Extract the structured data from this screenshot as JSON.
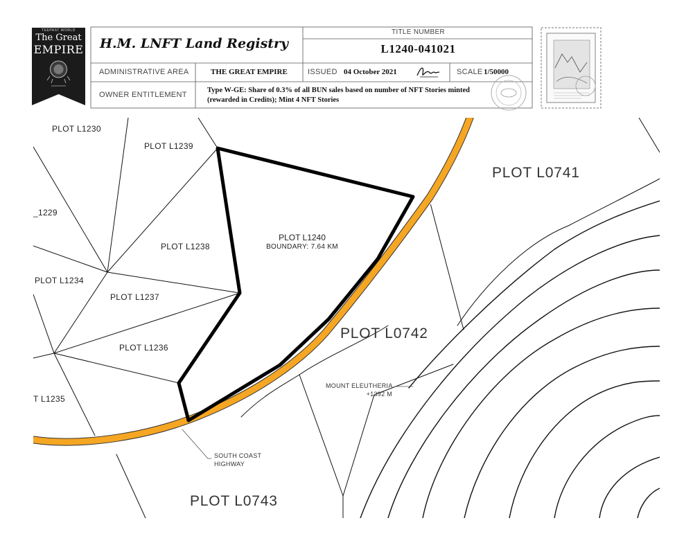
{
  "header": {
    "emblem": {
      "small_text": "TEEPAST WORLD",
      "line1": "The Great",
      "line2": "EMPIRE"
    },
    "registry_title": "H.M. LNFT Land Registry",
    "title_number_label": "TITLE NUMBER",
    "title_number": "L1240-041021",
    "administrative_area_label": "ADMINISTRATIVE AREA",
    "administrative_area": "THE GREAT EMPIRE",
    "issued_label": "ISSUED",
    "issued_date": "04 October 2021",
    "scale_label": "SCALE",
    "scale": "1/50000",
    "owner_entitlement_label": "OWNER ENTITLEMENT",
    "owner_entitlement_line1": "Type W-GE: Share of 0.3% of all BUN sales based on number of NFT Stories minted",
    "owner_entitlement_line2": "(rewarded in Credits); Mint 4 NFT Stories"
  },
  "map": {
    "plots": {
      "l1230": "PLOT L1230",
      "l1239": "PLOT L1239",
      "l1229": "_1229",
      "l1238": "PLOT L1238",
      "l1234": "PLOT L1234",
      "l1237": "PLOT L1237",
      "l1236": "PLOT L1236",
      "l1235": "T L1235",
      "l0741": "PLOT L0741",
      "l0742": "PLOT L0742",
      "l0743": "PLOT L0743"
    },
    "subject_plot": {
      "name": "PLOT L1240",
      "boundary": "BOUNDARY: 7.64 KM"
    },
    "mountain": {
      "name": "MOUNT ELEUTHERIA",
      "elevation": "+1392 M"
    },
    "highway": {
      "line1": "SOUTH COAST",
      "line2": "HIGHWAY",
      "color": "#f5a623"
    }
  }
}
